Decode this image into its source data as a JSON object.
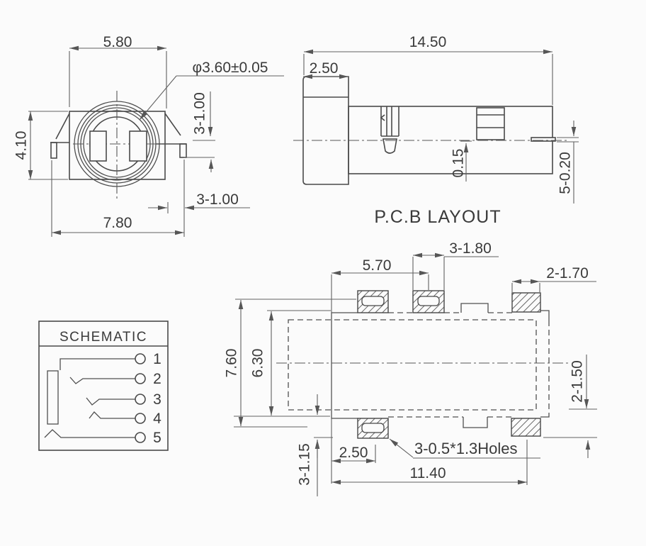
{
  "colors": {
    "background": "#fbfbfb",
    "object_line": "#4a4a4a",
    "dimension_line": "#616161",
    "text": "#3a3a3a"
  },
  "front_view": {
    "dim_width_top": "5.80",
    "dim_height_left": "4.10",
    "dim_width_bottom": "7.80",
    "dim_bore": "φ3.60±0.05",
    "dim_slot_upper": "3-1.00",
    "dim_slot_lower": "3-1.00"
  },
  "side_view": {
    "dim_length": "14.50",
    "dim_bezel": "2.50",
    "dim_offset": "0.15",
    "dim_pin_thickness": "5-0.20"
  },
  "pcb_layout": {
    "caption": "P.C.B LAYOUT",
    "dim_pitch": "5.70",
    "dim_pad_top": "3-1.80",
    "dim_pad_right": "2-1.70",
    "dim_overall_height": "7.60",
    "dim_body_height": "6.30",
    "dim_pad_side": "2-1.50",
    "dim_pad_bottom": "3-1.15",
    "dim_offset": "2.50",
    "dim_span": "11.40",
    "note_holes": "3-0.5*1.3Holes"
  },
  "schematic": {
    "title": "SCHEMATIC",
    "pins": [
      "1",
      "2",
      "3",
      "4",
      "5"
    ]
  }
}
